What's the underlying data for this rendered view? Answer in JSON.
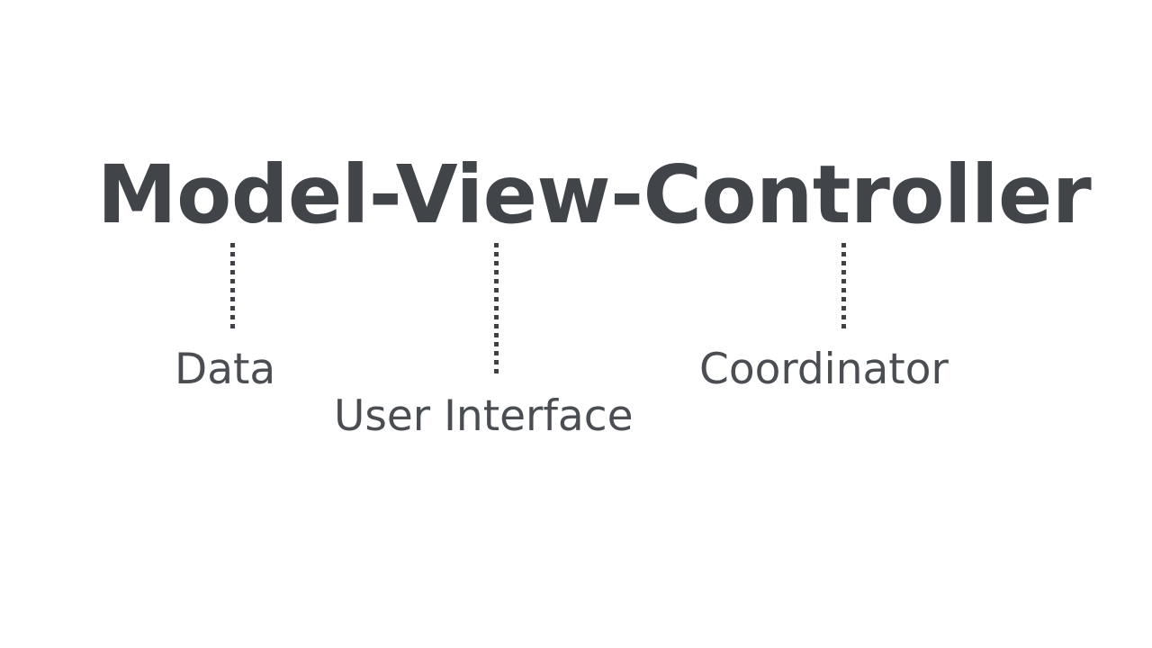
{
  "slide": {
    "background_color": "#FFFFFF",
    "title": {
      "text": "Model-View-Controller",
      "color": "#414449"
    },
    "connectors": [
      {
        "name": "model-connector",
        "style": "dotted-vertical",
        "color": "#3E4146"
      },
      {
        "name": "view-connector",
        "style": "dotted-vertical",
        "color": "#3E4146"
      },
      {
        "name": "controller-connector",
        "style": "dotted-vertical",
        "color": "#3E4146"
      }
    ],
    "labels": [
      {
        "key": "model",
        "text": "Data",
        "color": "#4A4D52"
      },
      {
        "key": "view",
        "text": "User Interface",
        "color": "#4A4D52"
      },
      {
        "key": "controller",
        "text": "Coordinator",
        "color": "#4A4D52"
      }
    ]
  }
}
